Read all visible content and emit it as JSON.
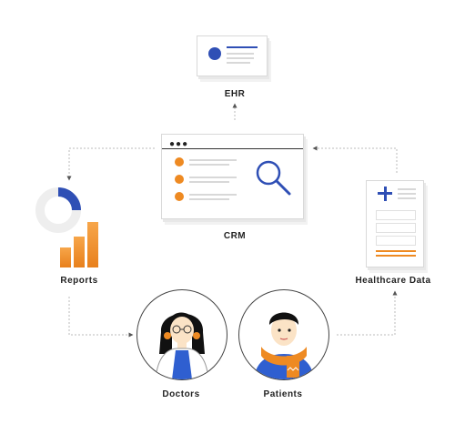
{
  "nodes": {
    "ehr": "EHR",
    "crm": "CRM",
    "reports": "Reports",
    "healthcare": "Healthcare Data",
    "doctors": "Doctors",
    "patients": "Patients"
  },
  "colors": {
    "blue": "#2f4fb5",
    "orange": "#ee8a22",
    "lightGray": "#d8d8d8",
    "arrow": "#555555"
  },
  "icons": [
    "browser-window-icon",
    "search-icon",
    "donut-chart-icon",
    "bar-chart-icon",
    "medical-document-icon",
    "profile-card-icon",
    "doctor-avatar-icon",
    "patient-avatar-icon"
  ]
}
